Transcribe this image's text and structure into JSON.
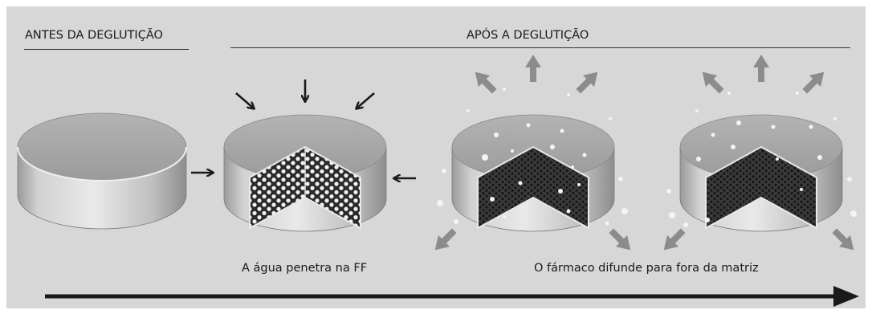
{
  "header": {
    "before_label": "ANTES DA DEGLUTIÇÃO",
    "after_label": "APÓS A DEGLUTIÇÃO"
  },
  "captions": {
    "stage2": "A água penetra na FF",
    "stage3": "O fármaco difunde para fora da matriz"
  },
  "colors": {
    "background": "#d7d7d7",
    "tablet_top": "#a4a4a4",
    "tablet_side": "#bdbdbd",
    "matrix": "#2b2b2b",
    "arrow_dark": "#1a1a1a",
    "arrow_gray": "#8c8c8c"
  },
  "icons": [
    "tablet-whole",
    "tablet-cutaway-hydrating",
    "tablet-cutaway-releasing",
    "water-inflow-arrow",
    "drug-outflow-arrow",
    "timeline-arrow"
  ]
}
